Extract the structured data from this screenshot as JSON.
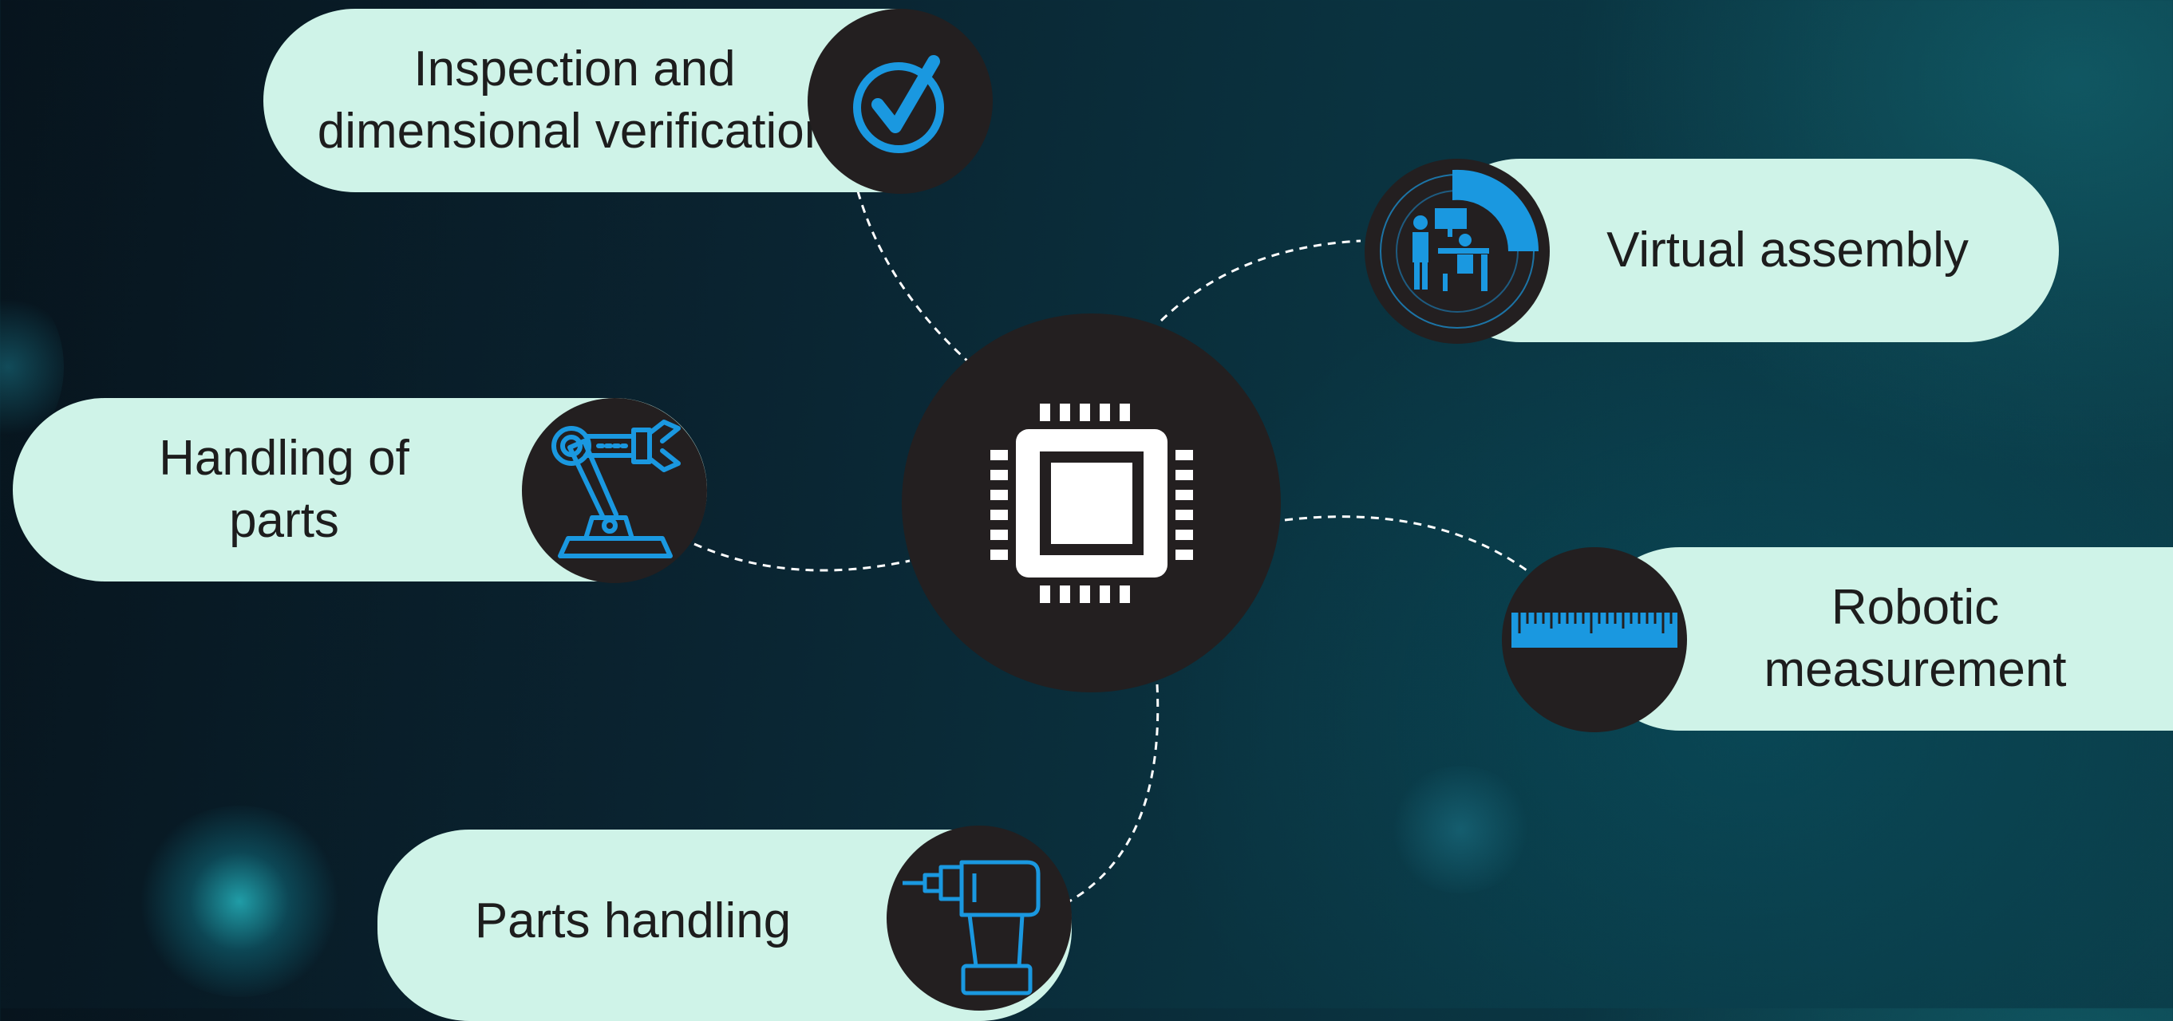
{
  "colors": {
    "pill_background": "#cff3e8",
    "icon_circle": "#231f20",
    "icon_blue": "#1a98e0",
    "text": "#1d1d1d",
    "connector": "#ffffff"
  },
  "hub": {
    "icon": "processor-chip-icon"
  },
  "items": [
    {
      "id": "inspection",
      "lines": [
        "Inspection and",
        "dimensional verification"
      ],
      "icon": "check-circle-icon"
    },
    {
      "id": "virtual-assembly",
      "lines": [
        "Virtual assembly"
      ],
      "icon": "workstation-people-icon"
    },
    {
      "id": "handling-of-parts",
      "lines": [
        "Handling of",
        "parts"
      ],
      "icon": "robot-arm-icon"
    },
    {
      "id": "robotic-measurement",
      "lines": [
        "Robotic",
        "measurement"
      ],
      "icon": "ruler-icon"
    },
    {
      "id": "parts-handling",
      "lines": [
        "Parts handling"
      ],
      "icon": "power-drill-icon"
    }
  ]
}
